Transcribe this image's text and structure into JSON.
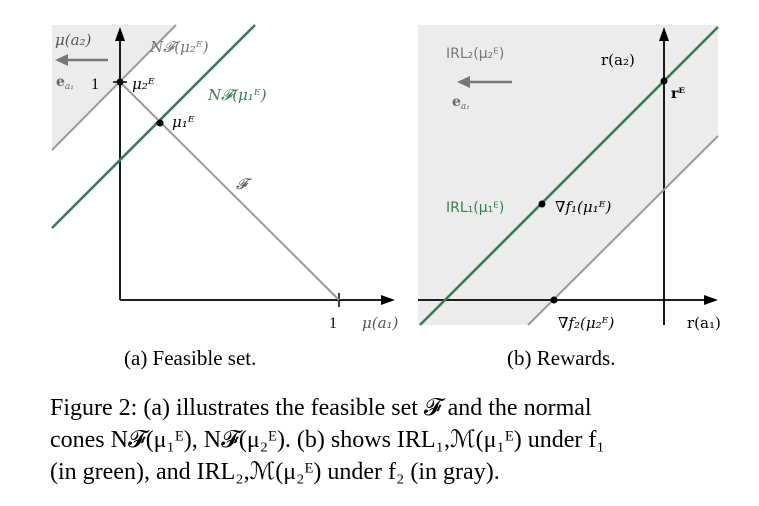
{
  "panel_a": {
    "y_axis": "μ(a₂)",
    "x_axis": "μ(a₁)",
    "x_tick": "1",
    "y_tick": "1",
    "e_label": "e",
    "e_sub": "a₁",
    "cone2": "N𝓕(μ₂ᴱ)",
    "cone1": "N𝓕(μ₁ᴱ)",
    "mu2": "μ₂ᴱ",
    "mu1": "μ₁ᴱ",
    "feasible": "𝓕",
    "subcaption": "(a) Feasible set."
  },
  "panel_b": {
    "irl2": "IRL₂(μ₂ᴱ)",
    "irl1": "IRL₁(μ₁ᴱ)",
    "y_axis": "r(a₂)",
    "x_axis": "r(a₁)",
    "e_label": "e",
    "e_sub": "a₁",
    "rE": "rᴱ",
    "grad1": "∇f₁(μ₁ᴱ)",
    "grad2": "∇f₂(μ₂ᴱ)",
    "subcaption": "(b) Rewards."
  },
  "caption": {
    "line1": "Figure 2: (a) illustrates the feasible set 𝓕 and the normal",
    "line2": "cones N𝓕(μ₁ᴱ), N𝓕(μ₂ᴱ). (b) shows IRL₁,ℳ(μ₁ᴱ) under f₁",
    "line3": "(in green), and IRL₂,ℳ(μ₂ᴱ) under f₂ (in gray)."
  },
  "colors": {
    "green": "#3a7d52",
    "gray": "#9a9a9a",
    "shade": "#ececec"
  }
}
